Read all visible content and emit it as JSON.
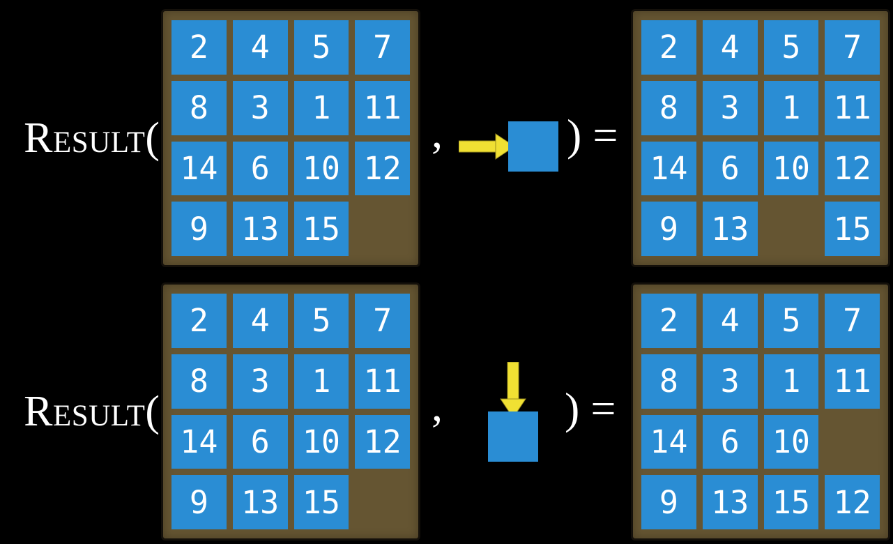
{
  "colors": {
    "background": "#000000",
    "board_brown": "#655532",
    "board_border": "#14100a",
    "tile_blue": "#2A8DD4",
    "tile_text": "#FFFFFF",
    "arrow_yellow": "#F0E033",
    "label_text": "#FFFFFF"
  },
  "equations": [
    {
      "function_name": "Result",
      "open_paren": "(",
      "comma": ",",
      "action": {
        "icon": "right-arrow-icon",
        "direction": "right"
      },
      "close_paren_equals": ") =",
      "initial_grid": [
        [
          "2",
          "4",
          "5",
          "7"
        ],
        [
          "8",
          "3",
          "1",
          "11"
        ],
        [
          "14",
          "6",
          "10",
          "12"
        ],
        [
          "9",
          "13",
          "15",
          ""
        ]
      ],
      "result_grid": [
        [
          "2",
          "4",
          "5",
          "7"
        ],
        [
          "8",
          "3",
          "1",
          "11"
        ],
        [
          "14",
          "6",
          "10",
          "12"
        ],
        [
          "9",
          "13",
          "",
          "15"
        ]
      ]
    },
    {
      "function_name": "Result",
      "open_paren": "(",
      "comma": ",",
      "action": {
        "icon": "down-arrow-icon",
        "direction": "down"
      },
      "close_paren_equals": ") =",
      "initial_grid": [
        [
          "2",
          "4",
          "5",
          "7"
        ],
        [
          "8",
          "3",
          "1",
          "11"
        ],
        [
          "14",
          "6",
          "10",
          "12"
        ],
        [
          "9",
          "13",
          "15",
          ""
        ]
      ],
      "result_grid": [
        [
          "2",
          "4",
          "5",
          "7"
        ],
        [
          "8",
          "3",
          "1",
          "11"
        ],
        [
          "14",
          "6",
          "10",
          ""
        ],
        [
          "9",
          "13",
          "15",
          "12"
        ]
      ]
    }
  ]
}
